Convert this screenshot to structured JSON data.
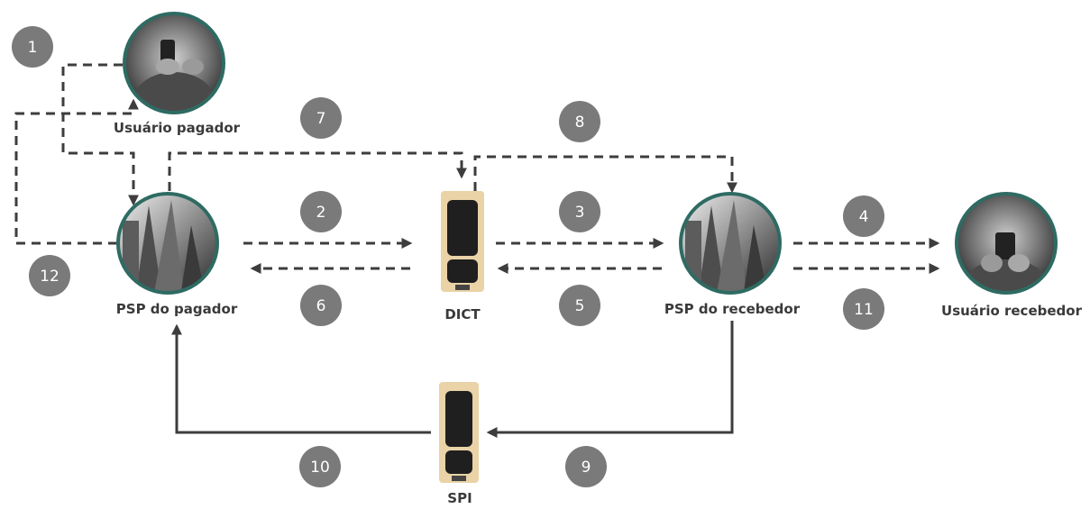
{
  "nodes": {
    "usuario_pagador": "Usuário pagador",
    "psp_pagador": "PSP do pagador",
    "dict": "DICT",
    "psp_recebedor": "PSP do recebedor",
    "usuario_recebedor": "Usuário recebedor",
    "spi": "SPI"
  },
  "steps": [
    "1",
    "2",
    "3",
    "4",
    "5",
    "6",
    "7",
    "8",
    "9",
    "10",
    "11",
    "12"
  ],
  "colors": {
    "ring": "#2e6b62",
    "step_badge": "#7a7a7a",
    "arrow": "#3d3d3d",
    "server_body": "#1f1f1f",
    "server_rail": "#e9d3a7"
  },
  "icons": {
    "usuario_pagador": "person-with-phone-photo",
    "psp_pagador": "buildings-photo",
    "psp_recebedor": "buildings-photo",
    "usuario_recebedor": "person-with-phone-photo",
    "dict": "server-icon",
    "spi": "server-icon"
  }
}
